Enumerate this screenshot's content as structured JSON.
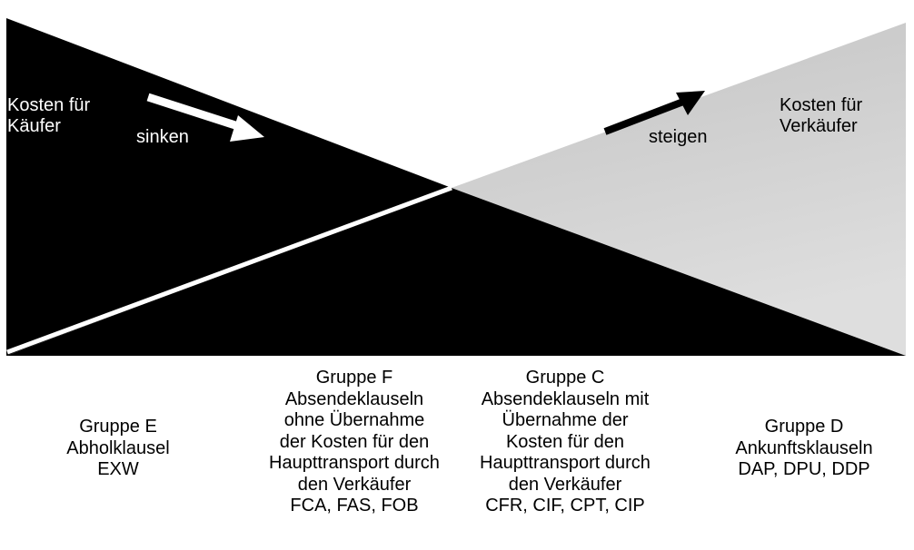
{
  "top_labels": {
    "buyer_costs": [
      "Kosten für",
      "Käufer"
    ],
    "decrease": "sinken",
    "increase": "steigen",
    "seller_costs": [
      "Kosten für",
      "Verkäufer"
    ]
  },
  "groups": [
    {
      "lines": [
        "Gruppe E",
        "Abholklausel",
        "EXW"
      ]
    },
    {
      "lines": [
        "Gruppe F",
        "Absendeklauseln",
        "ohne Übernahme",
        "der Kosten für den",
        "Haupttransport durch",
        "den Verkäufer",
        "FCA, FAS, FOB"
      ]
    },
    {
      "lines": [
        "Gruppe C",
        "Absendeklauseln mit",
        "Übernahme der",
        "Kosten für den",
        "Haupttransport durch",
        "den Verkäufer",
        "CFR, CIF, CPT, CIP"
      ]
    },
    {
      "lines": [
        "Gruppe D",
        "Ankunftsklauseln",
        "DAP, DPU, DDP"
      ]
    }
  ],
  "colors": {
    "buyer": "#000000",
    "seller_start": "#c4c4c4",
    "seller_end": "#dedede"
  }
}
